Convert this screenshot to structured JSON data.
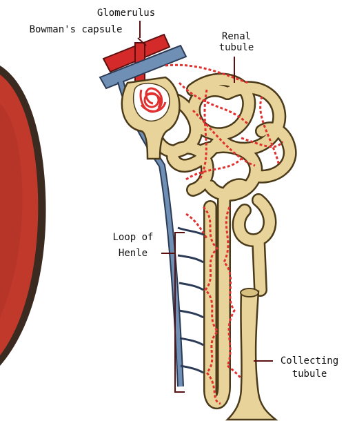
{
  "labels": {
    "glomerulus": "Glomerulus",
    "bowmans_capsule": "Bowman's capsule",
    "renal_tubule_line1": "Renal",
    "renal_tubule_line2": "tubule",
    "loop_henle_line1": "Loop of",
    "loop_henle_line2": "Henle",
    "collecting_line1": "Collecting",
    "collecting_line2": "tubule"
  },
  "colors": {
    "kidney_red": "#c0392b",
    "kidney_dark": "#3b2a20",
    "artery_red": "#d42a2a",
    "vein_blue": "#6f8fb5",
    "tubule_tan": "#e8d49a",
    "tubule_outline": "#4a3a1a",
    "capillary_red": "#e03030"
  }
}
